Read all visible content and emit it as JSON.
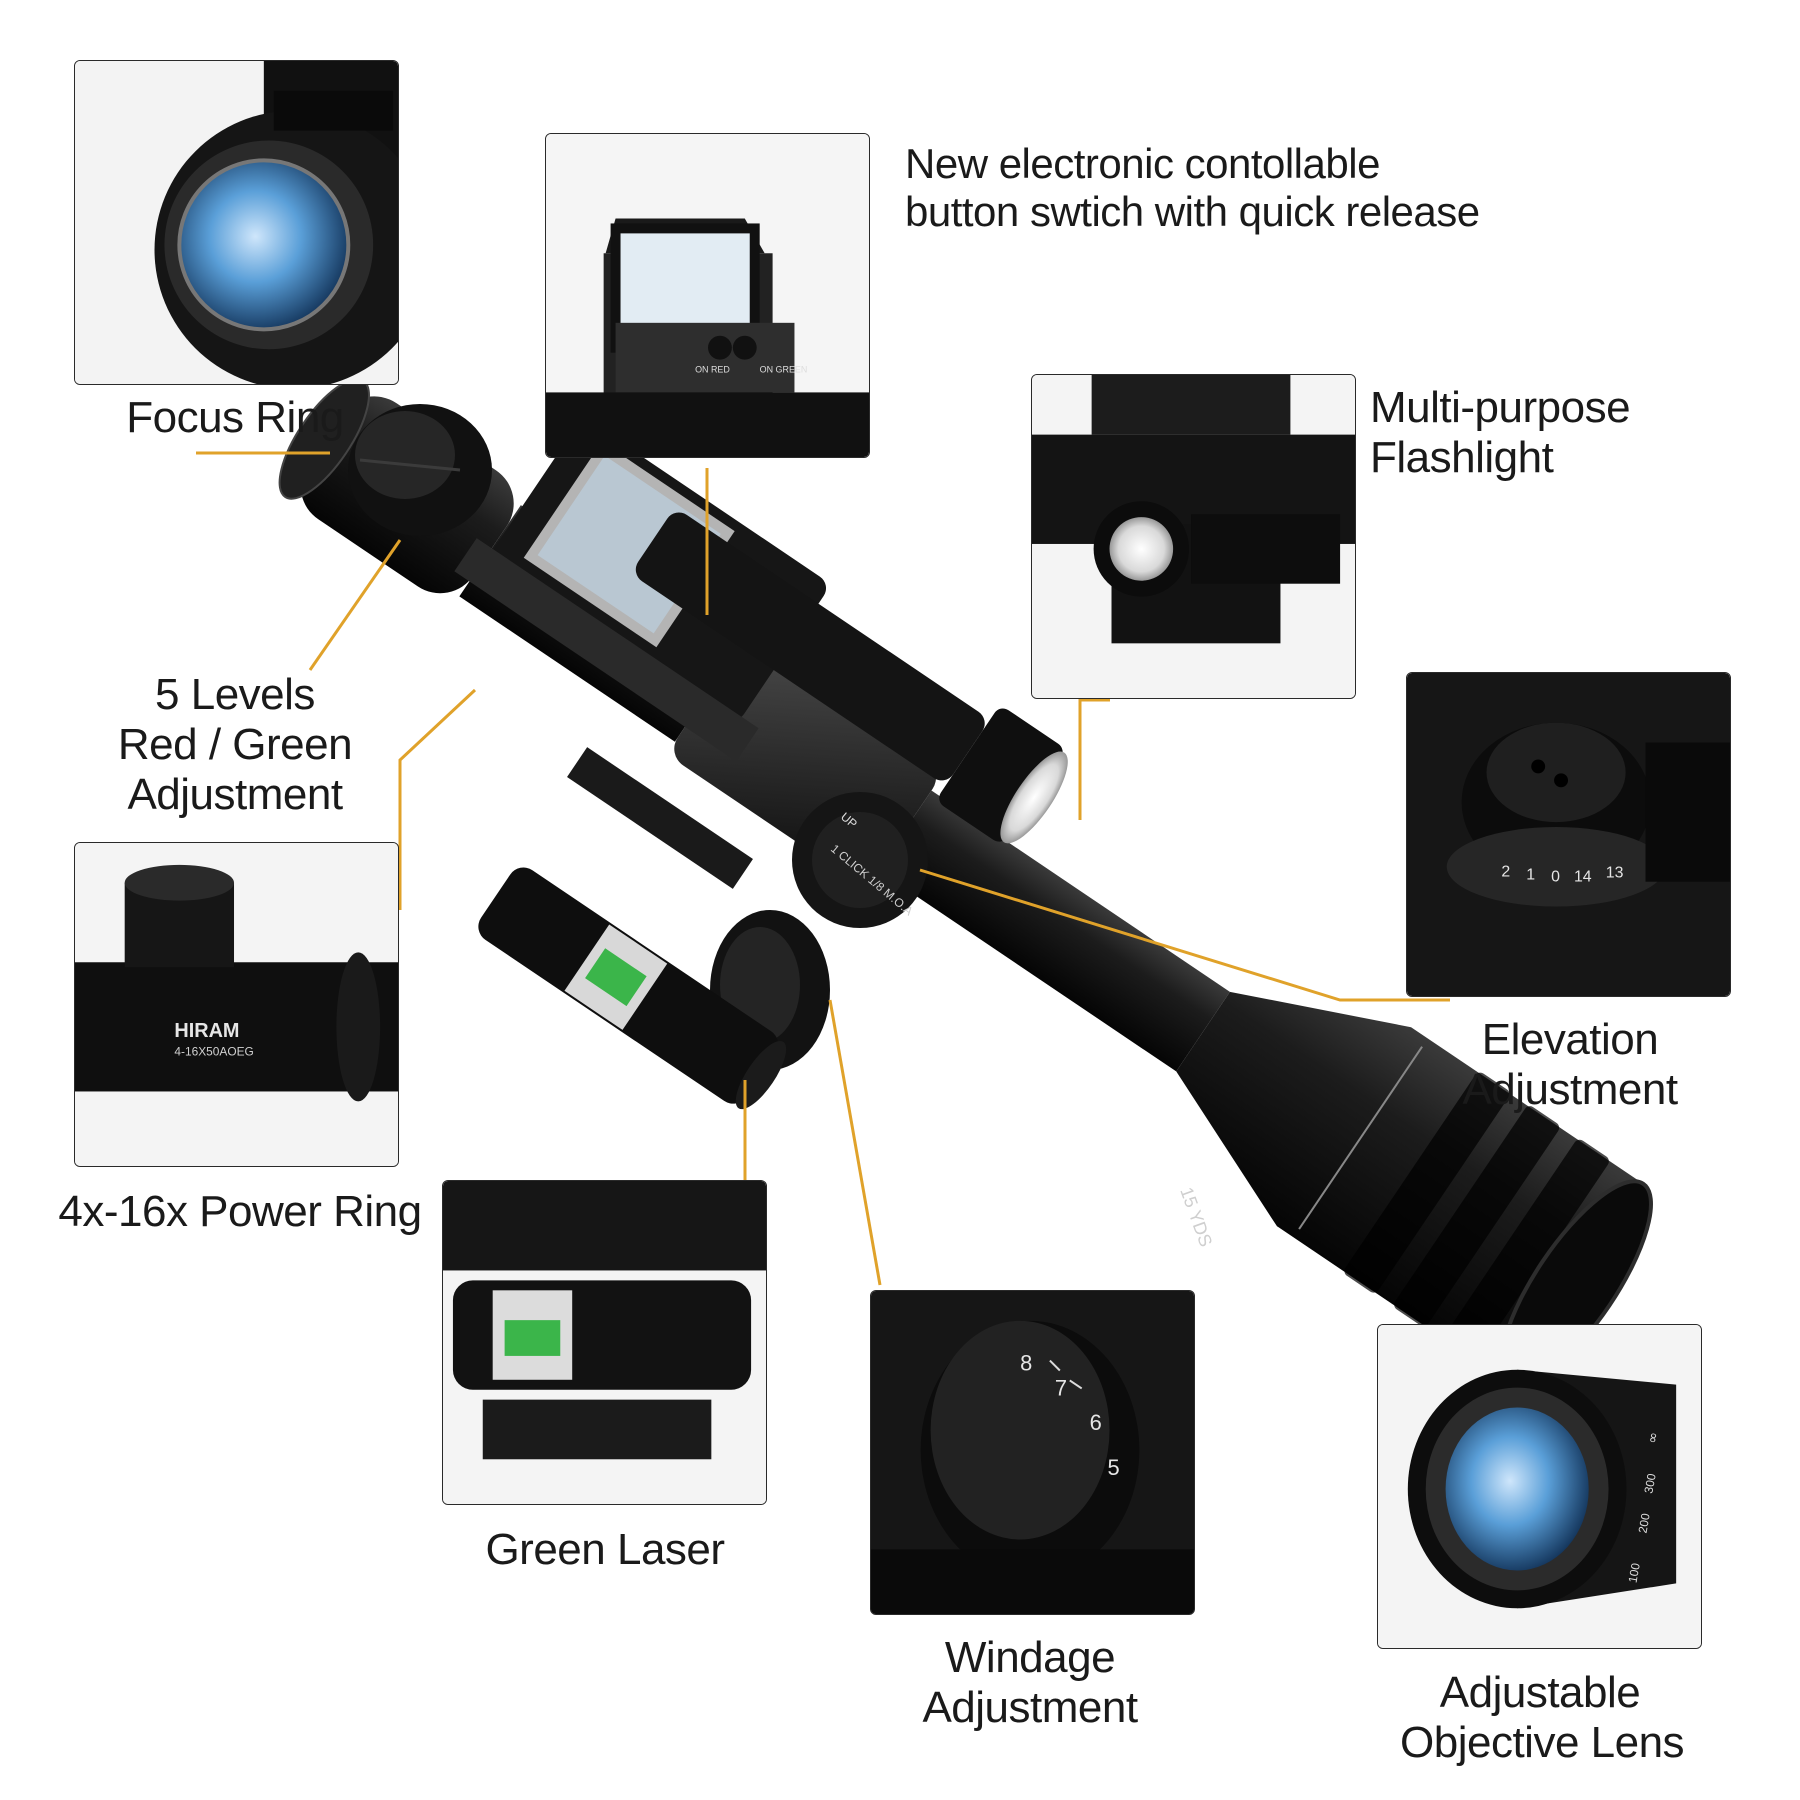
{
  "features": {
    "focus_ring": "Focus Ring",
    "electronic_switch": [
      "New electronic contollable",
      "button swtich with quick release"
    ],
    "flashlight": [
      "Multi-purpose",
      "Flashlight"
    ],
    "levels": [
      "5 Levels",
      "Red / Green",
      "Adjustment"
    ],
    "elevation": [
      "Elevation",
      "Adjustment"
    ],
    "power_ring": "4x-16x Power Ring",
    "green_laser": "Green Laser",
    "windage": [
      "Windage",
      "Adjustment"
    ],
    "objective": [
      "Adjustable",
      "Objective Lens"
    ]
  },
  "product_markings": {
    "brand": "HIRAM",
    "model": "4-16X50AOEG",
    "distance_mark": "15 YDS",
    "dot_sight_on_red": "ON RED",
    "dot_sight_on_green": "ON GREEN",
    "turret_mark": "1 CLICK 1/8 M.O.A",
    "up_mark": "UP",
    "elevation_scale": [
      "2",
      "1",
      "0",
      "14",
      "13"
    ],
    "windage_scale": [
      "8",
      "7",
      "6",
      "5"
    ],
    "parallax_scale": [
      "100",
      "200",
      "300",
      "∞"
    ]
  },
  "colors": {
    "leader_line": "#e0a22a",
    "scope_body": "#111111",
    "lens_blue": "#3f88c8",
    "laser_green": "#3bb54a"
  }
}
